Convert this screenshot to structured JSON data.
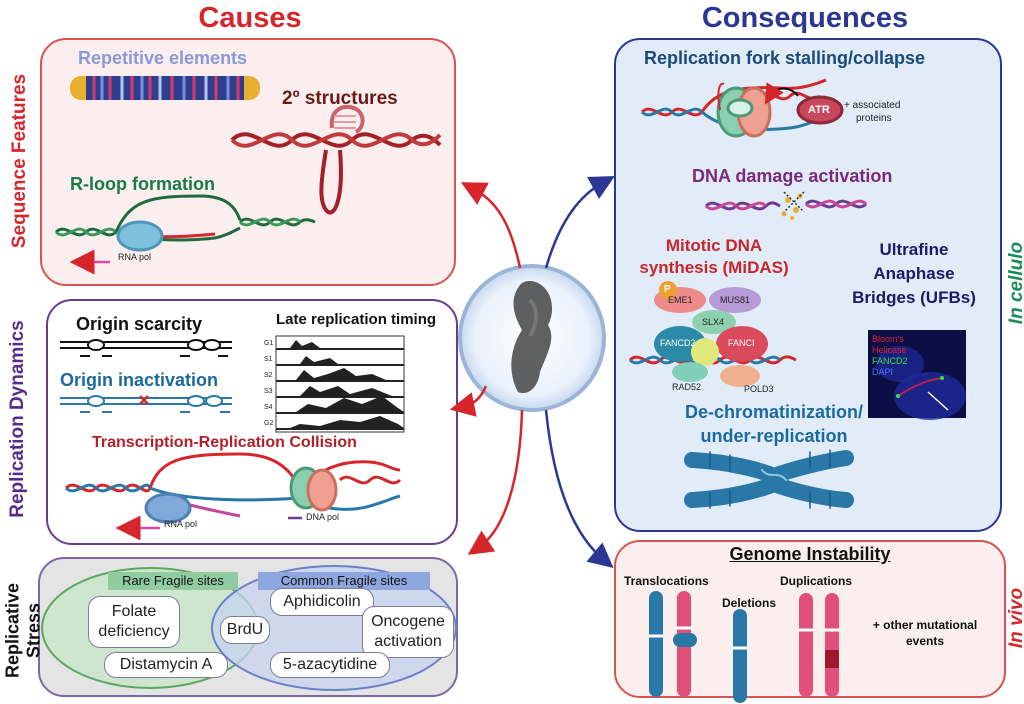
{
  "headers": {
    "causes": "Causes",
    "consequences": "Consequences"
  },
  "colors": {
    "red": "#d7262b",
    "navy": "#2c3794",
    "purple": "#5a2a8a",
    "green": "#1a8c5a"
  },
  "side_labels": {
    "sequence_features": "Sequence Features",
    "replication_dynamics": "Replication Dynamics",
    "replicative_stress_line1": "Replicative",
    "replicative_stress_line2": "Stress",
    "in_cellulo": "In cellulo",
    "in_vivo": "In vivo"
  },
  "sequence": {
    "repetitive": "Repetitive elements",
    "secondary": "2º structures",
    "rloop": "R-loop formation",
    "rnapol": "RNA pol"
  },
  "replication": {
    "origin_scarcity": "Origin scarcity",
    "late_timing": "Late replication timing",
    "origin_inactivation": "Origin inactivation",
    "trc": "Transcription-Replication Collision",
    "rnapol": "RNA pol",
    "dnapol": "DNA pol",
    "phases": [
      "G1",
      "S1",
      "S2",
      "S3",
      "S4",
      "G2"
    ]
  },
  "stress": {
    "rare": "Rare Fragile sites",
    "common": "Common Fragile sites",
    "folate_line1": "Folate",
    "folate_line2": "deficiency",
    "distamycin": "Distamycin A",
    "brdu": "BrdU",
    "aphidicolin": "Aphidicolin",
    "oncogene_line1": "Oncogene",
    "oncogene_line2": "activation",
    "azacytidine": "5-azacytidine"
  },
  "consequences": {
    "fork": "Replication fork stalling/collapse",
    "atr": "ATR",
    "associated_line1": "+ associated",
    "associated_line2": "proteins",
    "damage": "DNA damage activation",
    "midas_line1": "Mitotic DNA",
    "midas_line2": "synthesis (MiDAS)",
    "proteins": {
      "p": "P",
      "eme1": "EME1",
      "mus81": "MUS81",
      "slx4": "SLX4",
      "fancd2": "FANCD2",
      "fanci": "FANCI",
      "rad52": "RAD52",
      "pold3": "POLD3"
    },
    "ufb_line1": "Ultrafine",
    "ufb_line2": "Anaphase",
    "ufb_line3": "Bridges (UFBs)",
    "micro": {
      "blooms": "Bloom's",
      "helicase": "Helicase",
      "fancd2": "FANCD2",
      "dapi": "DAPI"
    },
    "dechrom_line1": "De-chromatinization/",
    "dechrom_line2": "under-replication"
  },
  "genome": {
    "title": "Genome Instability",
    "translocations": "Translocations",
    "deletions": "Deletions",
    "duplications": "Duplications",
    "other_line1": "+ other mutational",
    "other_line2": "events"
  }
}
